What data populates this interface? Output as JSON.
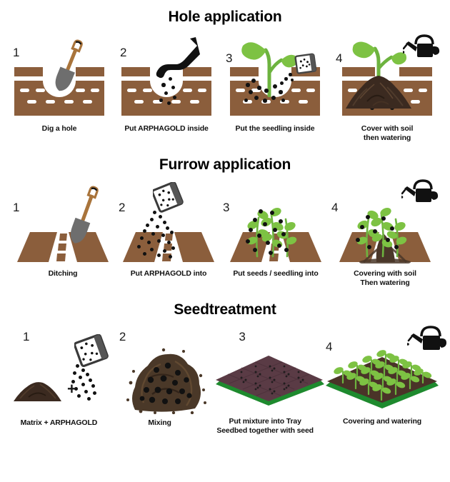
{
  "sections": [
    {
      "id": "hole-application",
      "title": "Hole application",
      "steps": [
        {
          "num": "1",
          "caption": "Dig a hole",
          "icons": [
            "shovel-icon",
            "soil-cross-section"
          ]
        },
        {
          "num": "2",
          "caption": "Put ARPHAGOLD inside",
          "icons": [
            "hand-icon",
            "granules",
            "soil-cross-section"
          ]
        },
        {
          "num": "3",
          "caption": "Put the seedling inside",
          "icons": [
            "seedling-icon",
            "granule-bag-icon",
            "granules",
            "soil-cross-section"
          ]
        },
        {
          "num": "4",
          "caption": "Cover with soil\nthen watering",
          "icons": [
            "seedling-icon",
            "watering-can-icon",
            "soil-mound",
            "soil-cross-section"
          ]
        }
      ]
    },
    {
      "id": "furrow-application",
      "title": "Furrow application",
      "steps": [
        {
          "num": "1",
          "caption": "Ditching",
          "icons": [
            "shovel-icon",
            "furrow-beds"
          ]
        },
        {
          "num": "2",
          "caption": "Put ARPHAGOLD into",
          "icons": [
            "granule-bag-icon",
            "granules",
            "furrow-beds"
          ]
        },
        {
          "num": "3",
          "caption": "Put seeds / seedling into",
          "icons": [
            "seedling-icon",
            "granules",
            "furrow-beds"
          ]
        },
        {
          "num": "4",
          "caption": "Covering with soil\nThen watering",
          "icons": [
            "seedling-icon",
            "watering-can-icon",
            "soil-mound",
            "furrow-beds"
          ]
        }
      ]
    },
    {
      "id": "seedtreatment",
      "title": "Seedtreatment",
      "steps": [
        {
          "num": "1",
          "caption": "Matrix + ARPHAGOLD",
          "icons": [
            "soil-mound",
            "plus-icon",
            "granule-bag-icon",
            "granules"
          ]
        },
        {
          "num": "2",
          "caption": "Mixing",
          "icons": [
            "mixed-soil-pile"
          ]
        },
        {
          "num": "3",
          "caption": "Put mixture into Tray\nSeedbed together with seed",
          "icons": [
            "seed-tray-icon"
          ]
        },
        {
          "num": "4",
          "caption": "Covering and watering",
          "icons": [
            "seed-tray-icon",
            "seedling-icon",
            "watering-can-icon"
          ]
        }
      ]
    }
  ],
  "colors": {
    "soil_brown": "#8B5E3C",
    "soil_brown_dark": "#7A5133",
    "leaf_green": "#7DC243",
    "stem_green": "#6DB33F",
    "tray_green": "#1E8A2E",
    "tray_soil": "#5A3B45",
    "granule_black": "#111111",
    "shovel_gray": "#6E6E6E",
    "handle_brown": "#A9743B",
    "text_black": "#111111",
    "background": "#FFFFFF"
  }
}
